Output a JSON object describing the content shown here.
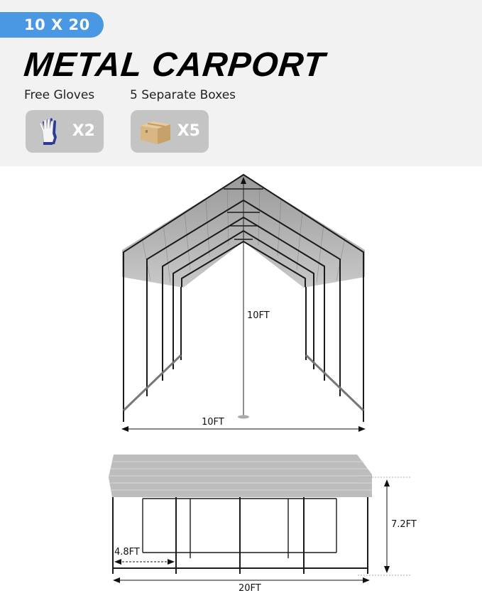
{
  "header": {
    "size_badge": "10 X 20",
    "title": "METAL CARPORT",
    "features": [
      {
        "label": "Free Gloves",
        "icon": "gloves-icon",
        "count": "X2"
      },
      {
        "label": "5 Separate Boxes",
        "icon": "box-icon",
        "count": "X5"
      }
    ]
  },
  "front_view": {
    "height_label": "10FT",
    "width_label": "10FT"
  },
  "side_view": {
    "height_label": "7.2FT",
    "bay_label": "4.8FT",
    "length_label": "20FT"
  },
  "colors": {
    "badge_blue": "#4a97e3",
    "header_bg": "#f2f2f2",
    "card_bg": "#c4c4c4",
    "roof_gray": "#b5b5b5",
    "frame": "#1a1a1a"
  }
}
